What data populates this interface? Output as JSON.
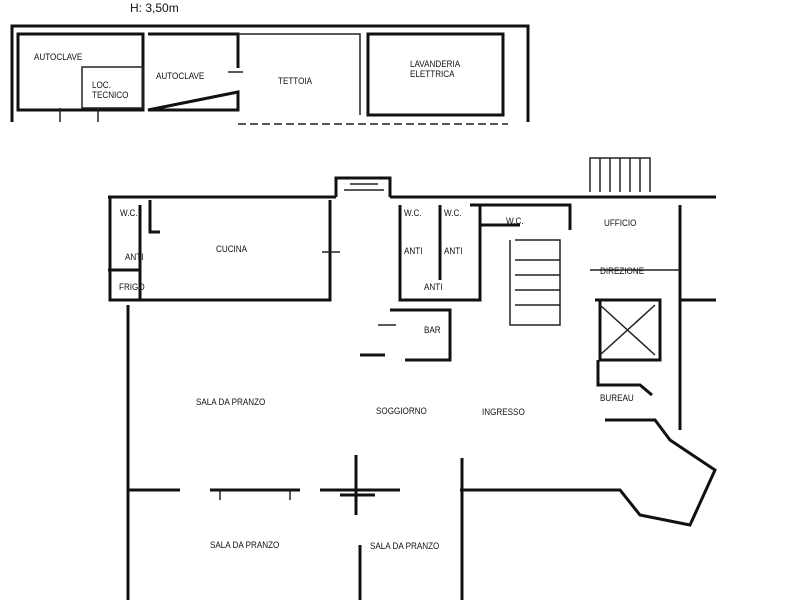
{
  "header": {
    "height_label": "H: 3,50m"
  },
  "annex": {
    "rooms": [
      "AUTOCLAVE",
      "LOC. TECNICO",
      "AUTOCLAVE",
      "TETTOIA",
      "LAVANDERIA ELETTRICA"
    ]
  },
  "ground_floor": {
    "rooms": [
      "W.C.",
      "ANTI",
      "FRIGO",
      "CUCINA",
      "W.C.",
      "W.C.",
      "ANTI",
      "ANTI",
      "ANTI",
      "W.C.",
      "UFFICIO",
      "DIREZIONE",
      "BAR",
      "BUREAU",
      "SALA DA PRANZO",
      "SOGGIORNO",
      "INGRESSO",
      "SALA DA PRANZO",
      "SALA DA PRANZO"
    ]
  }
}
